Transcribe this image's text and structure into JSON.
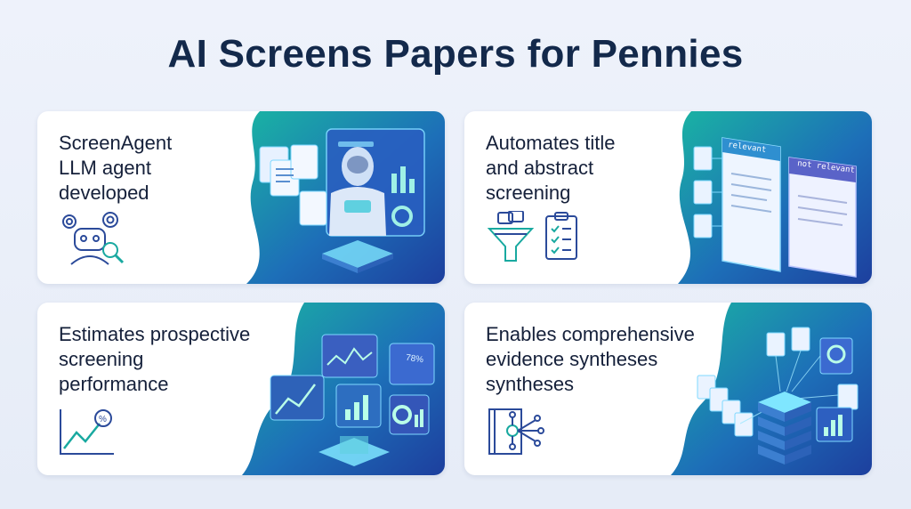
{
  "title": "AI Screens Papers for Pennies",
  "colors": {
    "title": "#13294b",
    "accent_blue": "#1f4fb0",
    "accent_teal": "#19a9a0",
    "icon_stroke": "#2b4a9a"
  },
  "cards": [
    {
      "lines": [
        "ScreenAgent",
        "LLM agent",
        "developed"
      ],
      "icon": "robot-gear-magnifier-icon",
      "illustration": "robot-with-documents-illustration"
    },
    {
      "lines": [
        "Automates title",
        "and abstract",
        "screening"
      ],
      "icon": "funnel-clipboard-icon",
      "illustration": "relevance-panels-illustration",
      "panel_labels": [
        "relevant",
        "not relevant"
      ]
    },
    {
      "lines": [
        "Estimates prospective",
        "screening",
        "performance"
      ],
      "icon": "percent-line-chart-icon",
      "illustration": "analytics-dashboard-illustration",
      "panel_labels": [
        "78%"
      ]
    },
    {
      "lines": [
        "Enables comprehensive",
        "evidence syntheses",
        "syntheses"
      ],
      "icon": "book-network-icon",
      "illustration": "data-stack-illustration"
    }
  ]
}
